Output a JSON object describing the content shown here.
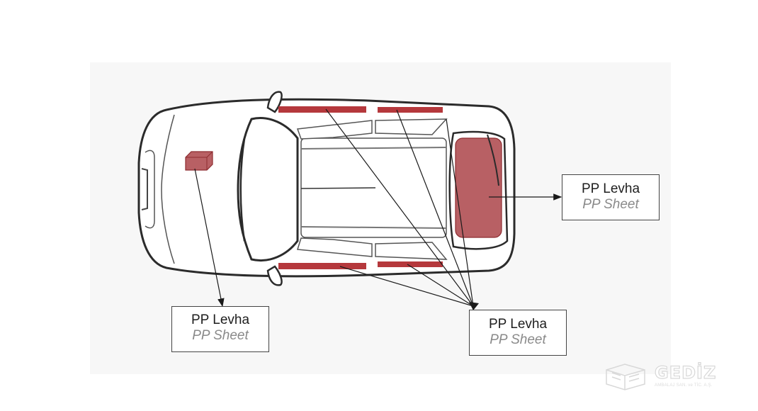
{
  "labels": [
    {
      "id": "left",
      "title": "PP Levha",
      "subtitle": "PP Sheet"
    },
    {
      "id": "right",
      "title": "PP Levha",
      "subtitle": "PP Sheet"
    },
    {
      "id": "bottom-right",
      "title": "PP Levha",
      "subtitle": "PP Sheet"
    }
  ],
  "logo": {
    "wordmark": "GEDİZ",
    "tagline": "AMBALAJ SAN. ve TİC. A.Ş."
  },
  "colors": {
    "sheet": "#b5383c",
    "sheet_fill": "#b86064",
    "outline": "#2b2b2b",
    "body": "#ffffff",
    "panel": "#f7f7f7"
  }
}
